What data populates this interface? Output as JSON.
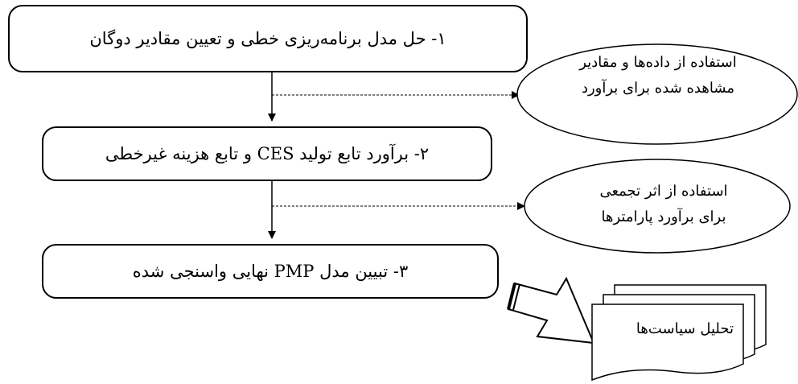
{
  "steps": [
    {
      "label": "۱- حل مدل برنامه‌ریزی خطی و تعیین مقادیر دوگان"
    },
    {
      "label": "۲- برآورد تابع تولید CES و تابع هزینه غیرخطی"
    },
    {
      "label": "۳- تبیین مدل PMP نهایی واسنجی شده"
    }
  ],
  "notes": [
    {
      "line1": "استفاده از داده‌ها و مقادیر",
      "line2": "مشاهده شده برای برآورد"
    },
    {
      "line1": "استفاده از اثر تجمعی",
      "line2": "برای برآورد پارامترها"
    }
  ],
  "output": {
    "label": "تحلیل سیاست‌ها"
  }
}
